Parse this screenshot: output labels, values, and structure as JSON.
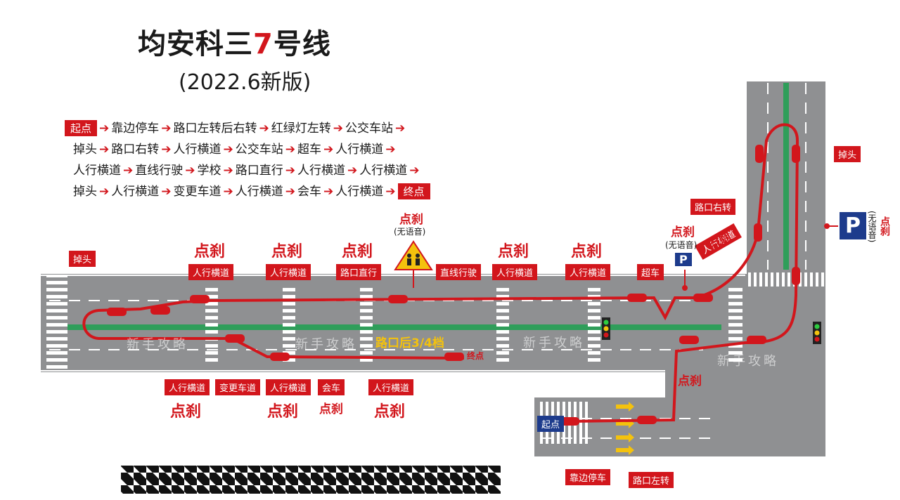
{
  "title": {
    "prefix": "均安科三",
    "highlight": "7",
    "suffix": "号线"
  },
  "subtitle": "(2022.6新版)",
  "route": {
    "rows": [
      [
        "起点",
        "靠边停车",
        "路口左转后右转",
        "红绿灯左转",
        "公交车站"
      ],
      [
        "掉头",
        "路口右转",
        "人行横道",
        "公交车站",
        "超车",
        "人行横道"
      ],
      [
        "人行横道",
        "直线行驶",
        "学校",
        "路口直行",
        "人行横道",
        "人行横道"
      ],
      [
        "掉头",
        "人行横道",
        "变更车道",
        "人行横道",
        "会车",
        "人行横道",
        "终点"
      ]
    ],
    "arrow": "➔"
  },
  "map": {
    "labels": {
      "uturn_left": "掉头",
      "uturn_right": "掉头",
      "turn_right": "路口右转",
      "start": "起点",
      "end": "终点",
      "pull_over": "靠边停车",
      "left_turn": "路口左转",
      "overtake": "超车",
      "gear_note": "路口后3/4档",
      "top": [
        "人行横道",
        "人行横道",
        "路口直行",
        "直线行驶",
        "人行横道",
        "人行横道"
      ],
      "bottom": [
        "人行横道",
        "变更车道",
        "人行横道",
        "会车",
        "人行横道"
      ],
      "crosswalk_diag": "人行横道"
    },
    "brake": "点刹",
    "no_voice": "(无语音)",
    "parking": "P",
    "watermark": "新手攻略",
    "colors": {
      "road": "#8f9092",
      "route": "#d2161c",
      "green": "#2f9e5a",
      "label": "#d2161c"
    }
  }
}
